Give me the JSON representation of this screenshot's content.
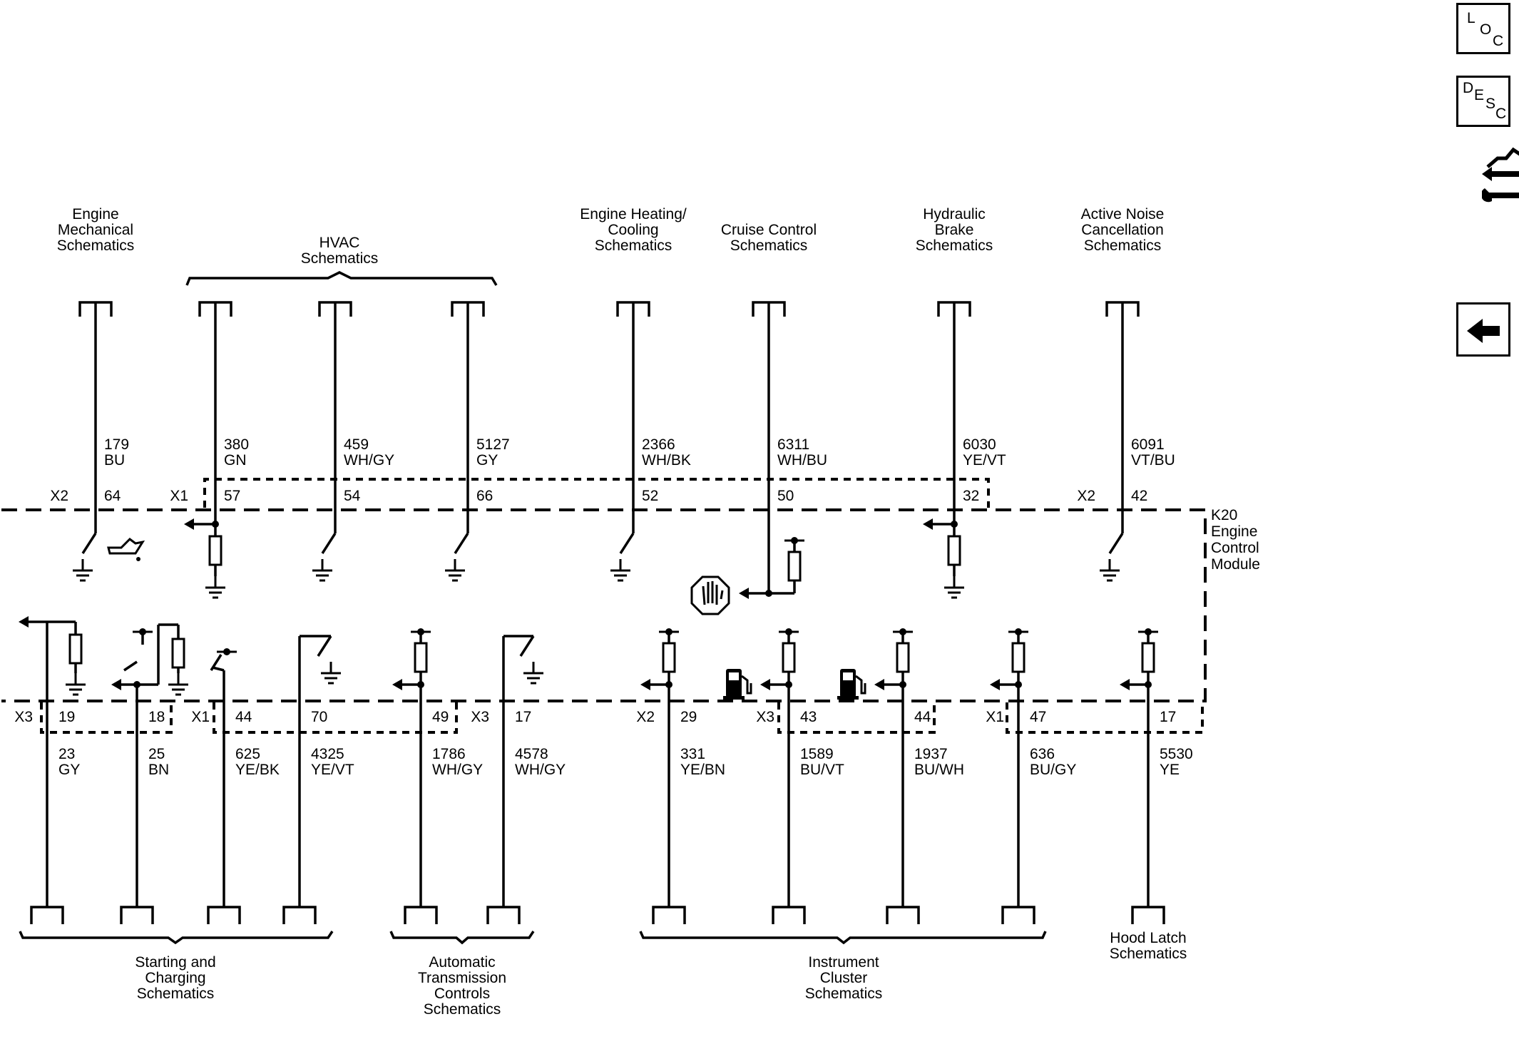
{
  "toolbar": {
    "loc": {
      "letters": [
        "L",
        "O",
        "C"
      ]
    },
    "desc": {
      "letters": [
        "D",
        "E",
        "S",
        "C"
      ]
    },
    "service_icon": "connector-wrench-icon",
    "back_icon": "arrow-left-icon"
  },
  "module": {
    "label": [
      "K20",
      "Engine",
      "Control",
      "Module"
    ]
  },
  "top_circuits": [
    {
      "circuit": "179",
      "color": "BU",
      "connector": "X2",
      "pin": "64",
      "symbol": "oil-pressure-switch-icon",
      "dest": [
        "Engine",
        "Mechanical",
        "Schematics"
      ]
    },
    {
      "circuit": "380",
      "color": "GN",
      "connector": "X1",
      "pin": "57",
      "symbol": "pull-down-resistor-input",
      "dest": []
    },
    {
      "circuit": "459",
      "color": "WH/GY",
      "pin": "54",
      "symbol": "switch-to-ground",
      "dest": []
    },
    {
      "circuit": "5127",
      "color": "GY",
      "pin": "66",
      "symbol": "switch-to-ground",
      "dest": []
    },
    {
      "circuit": "2366",
      "color": "WH/BK",
      "pin": "52",
      "symbol": "switch-to-ground",
      "dest": [
        "Engine Heating/",
        "Cooling",
        "Schematics"
      ]
    },
    {
      "circuit": "6311",
      "color": "WH/BU",
      "pin": "50",
      "symbol": "cruise-input-pull-up",
      "dest": [
        "Cruise Control",
        "Schematics"
      ]
    },
    {
      "circuit": "6030",
      "color": "YE/VT",
      "pin": "32",
      "symbol": "pull-down-resistor-input",
      "dest": [
        "Hydraulic",
        "Brake",
        "Schematics"
      ]
    },
    {
      "circuit": "6091",
      "color": "VT/BU",
      "connector": "X2",
      "pin": "42",
      "symbol": "switch-to-ground",
      "dest": [
        "Active Noise",
        "Cancellation",
        "Schematics"
      ]
    }
  ],
  "hvac_group": [
    "HVAC",
    "Schematics"
  ],
  "bottom_circuits": [
    {
      "circuit": "23",
      "color": "GY",
      "connector": "X3",
      "pin": "19"
    },
    {
      "circuit": "25",
      "color": "BN",
      "pin": "18"
    },
    {
      "circuit": "625",
      "color": "YE/BK",
      "connector": "X1",
      "pin": "44"
    },
    {
      "circuit": "4325",
      "color": "YE/VT",
      "pin": "70"
    },
    {
      "circuit": "1786",
      "color": "WH/GY",
      "pin": "49"
    },
    {
      "circuit": "4578",
      "color": "WH/GY",
      "connector": "X3",
      "pin": "17"
    },
    {
      "circuit": "331",
      "color": "YE/BN",
      "connector": "X2",
      "pin": "29"
    },
    {
      "circuit": "1589",
      "color": "BU/VT",
      "connector": "X3",
      "pin": "43"
    },
    {
      "circuit": "1937",
      "color": "BU/WH",
      "pin": "44"
    },
    {
      "circuit": "636",
      "color": "BU/GY",
      "connector": "X1",
      "pin": "47"
    },
    {
      "circuit": "5530",
      "color": "YE",
      "pin": "17"
    }
  ],
  "bottom_groups": [
    {
      "label": [
        "Starting and",
        "Charging",
        "Schematics"
      ]
    },
    {
      "label": [
        "Automatic",
        "Transmission",
        "Controls",
        "Schematics"
      ]
    },
    {
      "label": [
        "Instrument",
        "Cluster",
        "Schematics"
      ]
    },
    {
      "label": [
        "Hood Latch",
        "Schematics"
      ]
    }
  ]
}
